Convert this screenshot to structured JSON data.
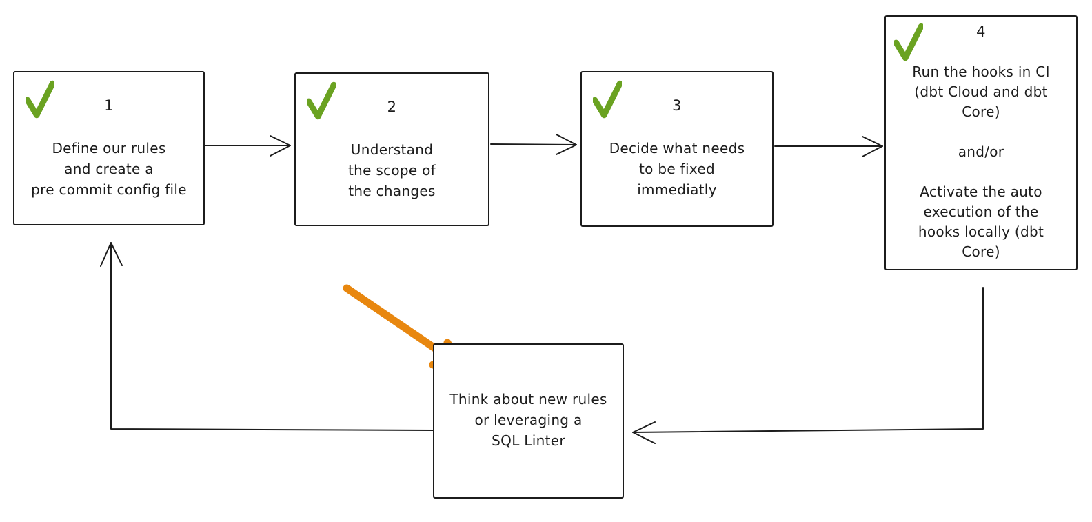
{
  "canvas": {
    "bg": "#ffffff",
    "ink": "#1c1c1c",
    "check_color": "#6aa221",
    "annotation_color": "#e8870f"
  },
  "boxes": [
    {
      "id": "step-1",
      "number": "1",
      "checked": true,
      "lines": [
        "Define our rules",
        "and create a",
        "pre commit config file"
      ]
    },
    {
      "id": "step-2",
      "number": "2",
      "checked": true,
      "lines": [
        "Understand",
        "the scope of",
        "the changes"
      ]
    },
    {
      "id": "step-3",
      "number": "3",
      "checked": true,
      "lines": [
        "Decide what needs",
        "to be fixed",
        "immediatly"
      ]
    },
    {
      "id": "step-4",
      "number": "4",
      "checked": true,
      "lines": [
        "Run the hooks in CI",
        "(dbt Cloud and dbt",
        "Core)",
        "",
        "and/or",
        "",
        "Activate the auto",
        "execution of the",
        "hooks locally (dbt",
        "Core)"
      ]
    },
    {
      "id": "feedback",
      "number": "",
      "checked": false,
      "lines": [
        "Think about new rules",
        "or leveraging a",
        "SQL Linter"
      ]
    }
  ],
  "connections": [
    {
      "from": "step-1",
      "to": "step-2",
      "style": "flow"
    },
    {
      "from": "step-2",
      "to": "step-3",
      "style": "flow"
    },
    {
      "from": "step-3",
      "to": "step-4",
      "style": "flow"
    },
    {
      "from": "step-4",
      "to": "feedback",
      "style": "flow"
    },
    {
      "from": "feedback",
      "to": "step-1",
      "style": "flow"
    },
    {
      "from": "",
      "to": "feedback",
      "style": "annotation",
      "color": "#e8870f"
    }
  ]
}
